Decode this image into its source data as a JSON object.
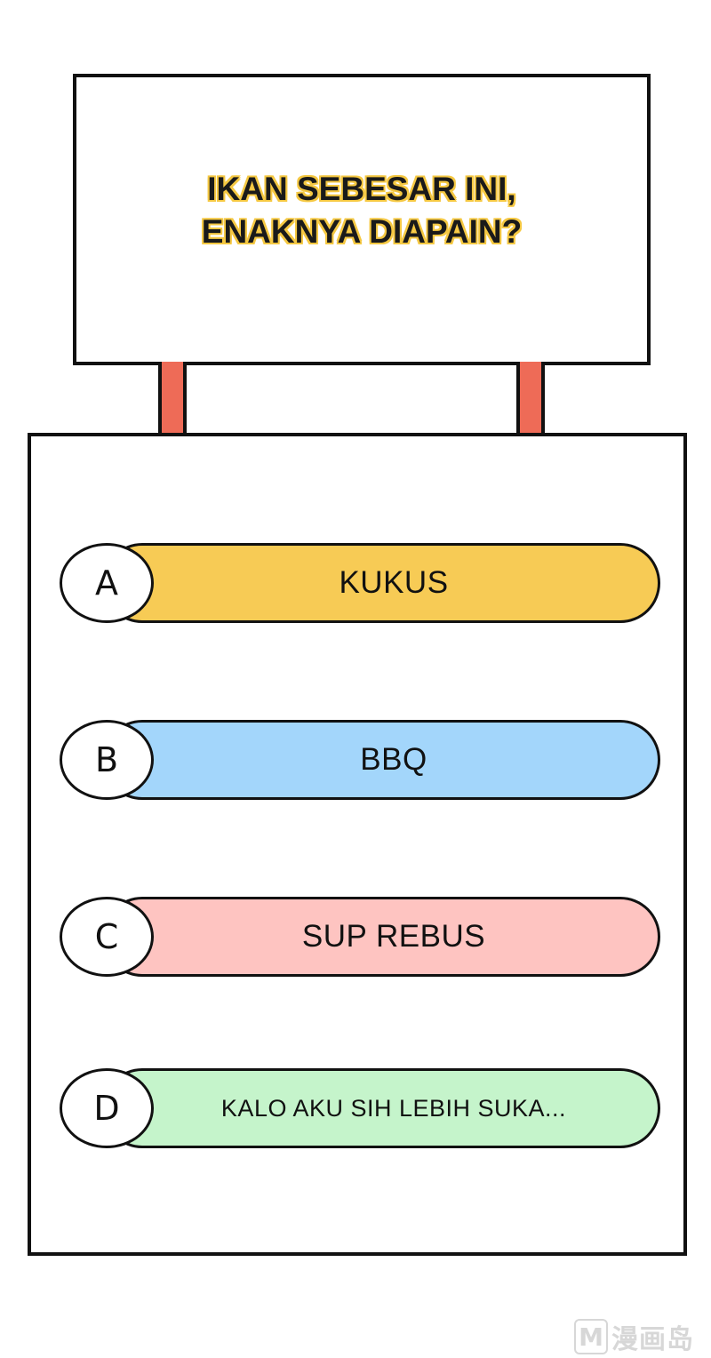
{
  "sign": {
    "question": "IKAN SEBESAR INI,\nENAKNYA DIAPAIN?",
    "text_color": "#1a1a1a",
    "outline_color": "#f5c842",
    "post_color": "#ee6b57"
  },
  "options": [
    {
      "letter": "A",
      "label": "KUKUS",
      "color": "#f7cb55"
    },
    {
      "letter": "B",
      "label": "BBQ",
      "color": "#a3d6fb"
    },
    {
      "letter": "C",
      "label": "SUP REBUS",
      "color": "#fec4c1"
    },
    {
      "letter": "D",
      "label": "KALO AKU SIH LEBIH SUKA...",
      "color": "#c5f4cb"
    }
  ],
  "watermark": {
    "logo": "M",
    "text": "漫画岛"
  }
}
